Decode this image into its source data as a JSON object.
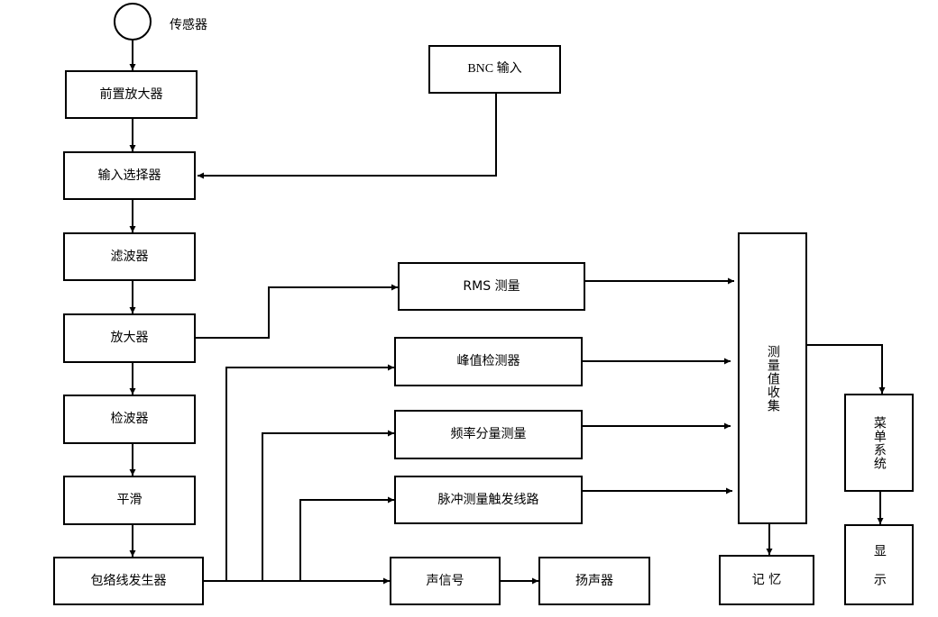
{
  "sensor": {
    "label": "传感器"
  },
  "blocks": {
    "preamp": "前置放大器",
    "bnc_input": "BNC 输入",
    "input_selector": "输入选择器",
    "filter": "滤波器",
    "amplifier": "放大器",
    "detector": "检波器",
    "smoothing": "平滑",
    "envelope_generator": "包络线发生器",
    "rms_measure": "RMS 测量",
    "peak_detector": "峰值检测器",
    "freq_component_measure": "频率分量测量",
    "pulse_trigger_circuit": "脉冲测量触发线路",
    "sound_signal": "声信号",
    "speaker": "扬声器",
    "value_collect": "测量值收集",
    "menu_system": "菜单系统",
    "memory": "记 忆",
    "display": "显 示"
  }
}
